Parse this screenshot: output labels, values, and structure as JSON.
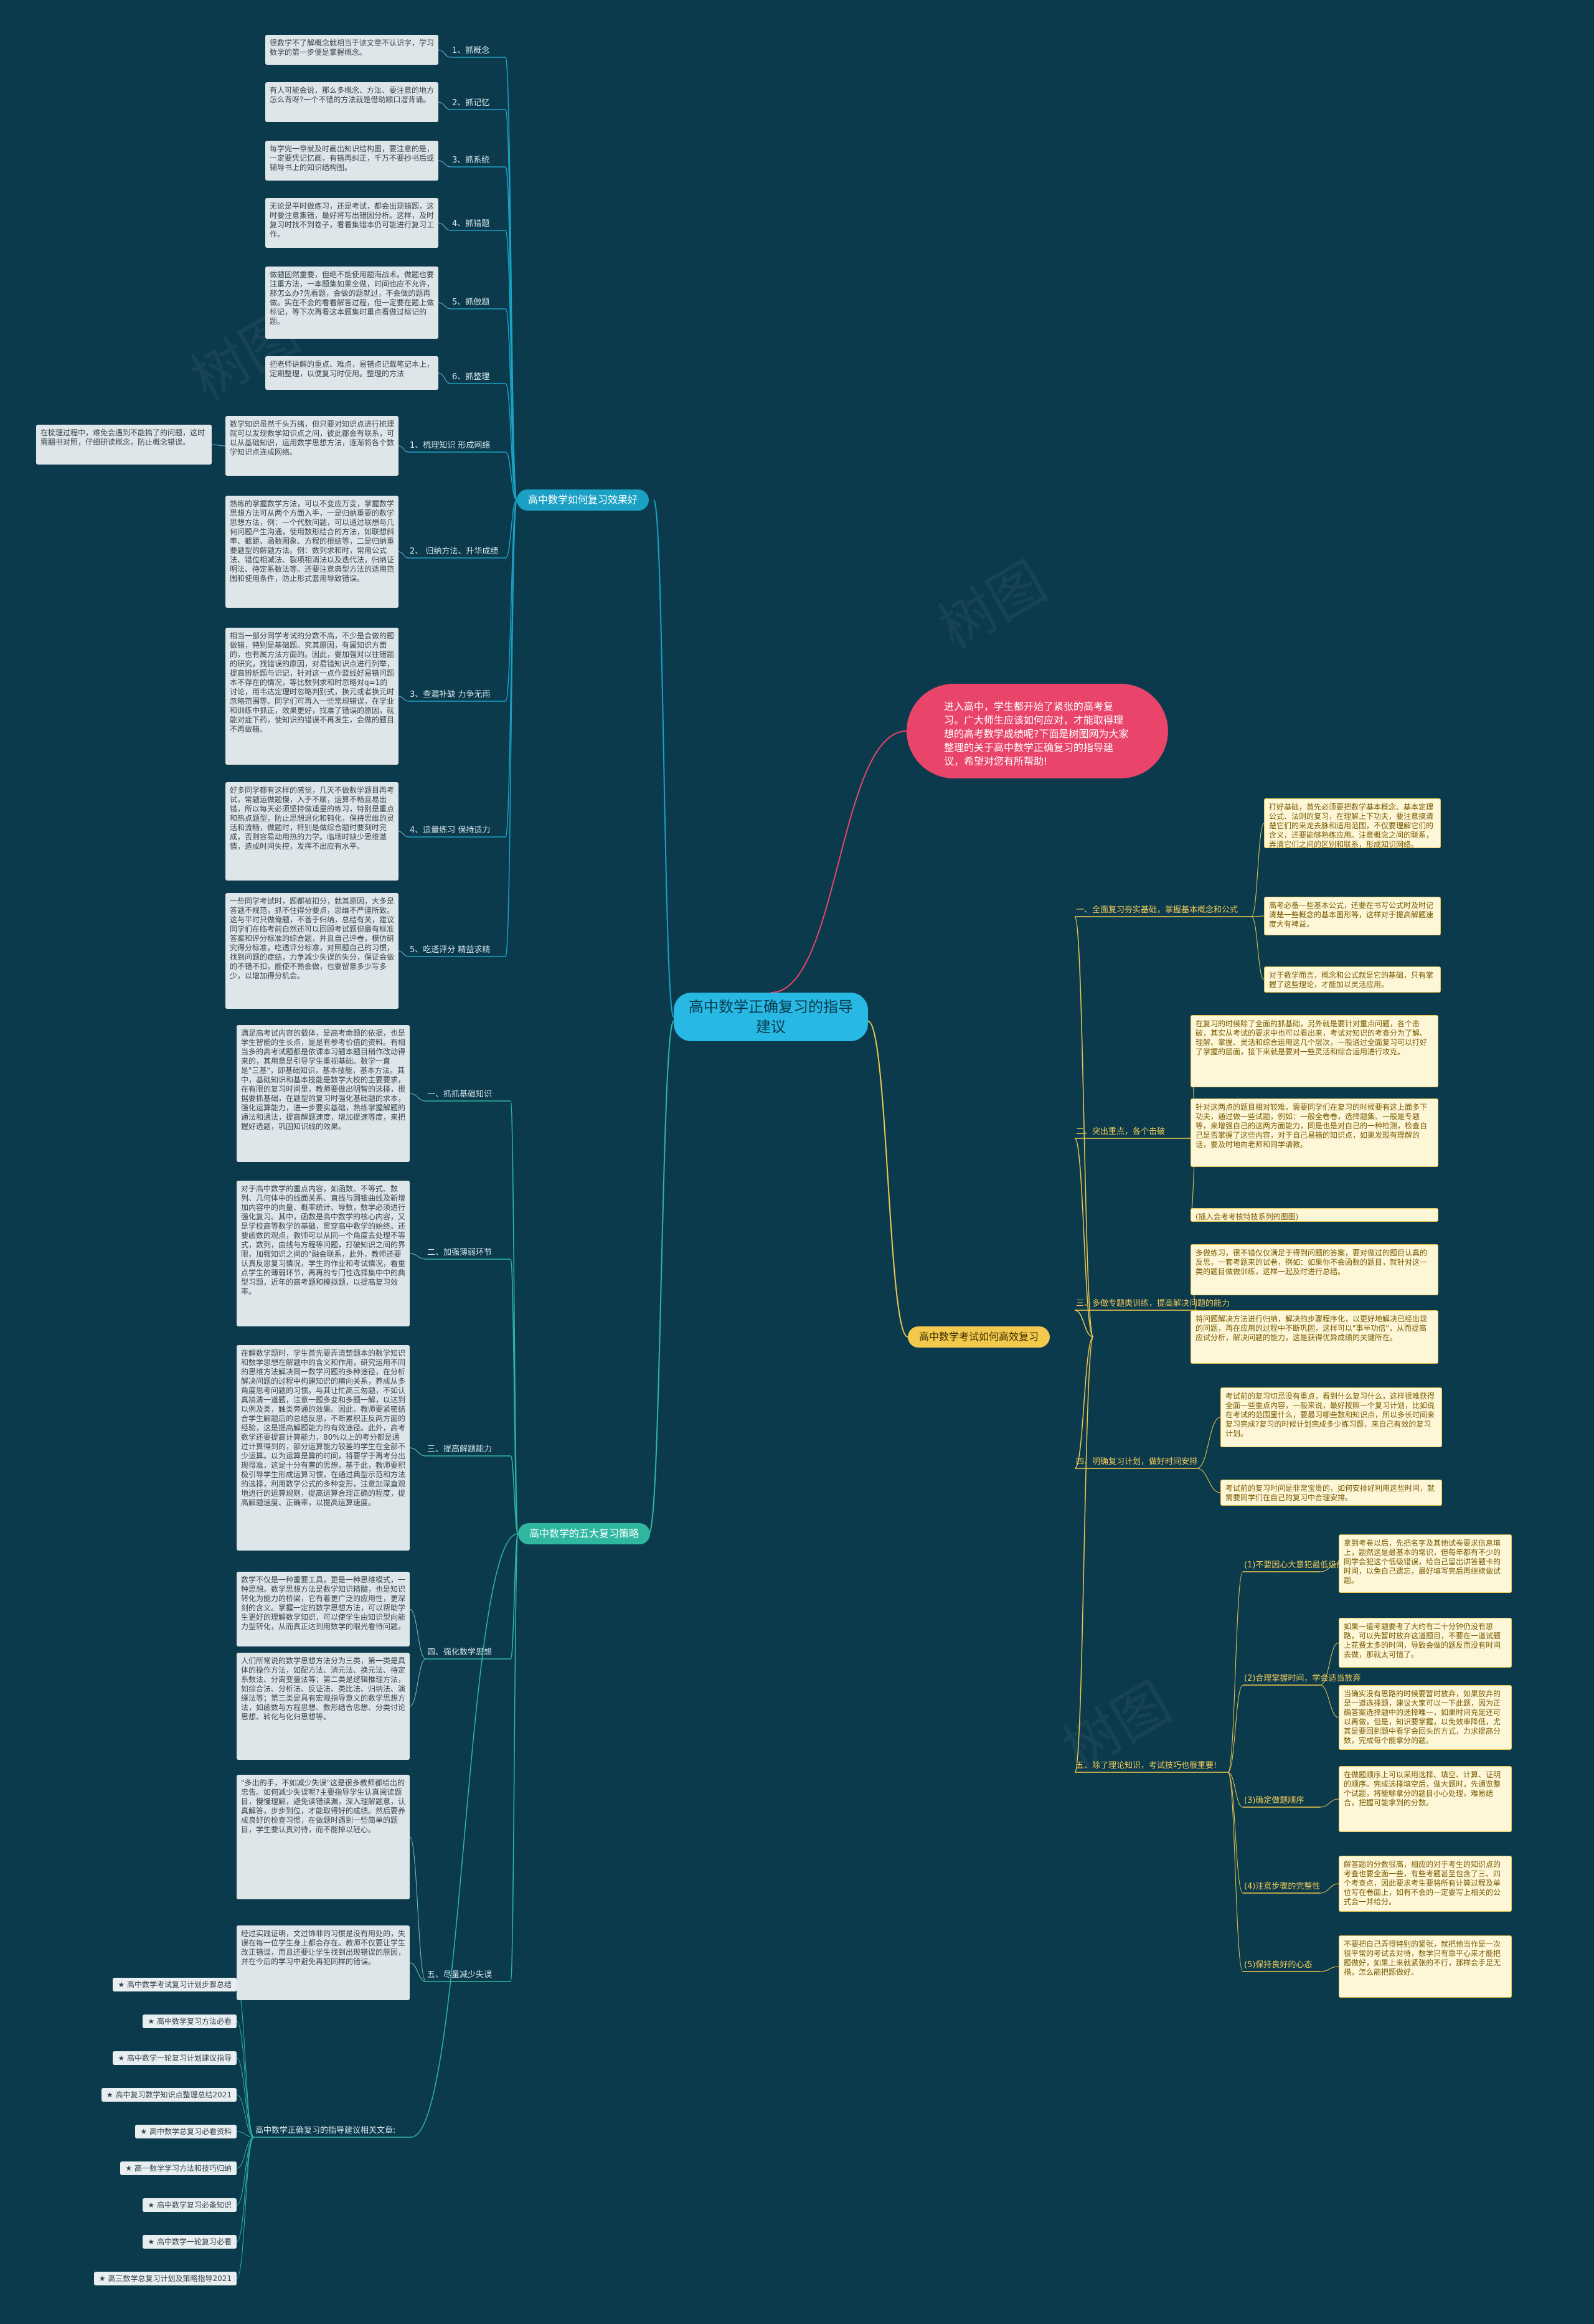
{
  "root": "高中数学正确复习的指导建议",
  "intro": "进入高中，学生都开始了紧张的高考复习。广大师生应该如何应对，才能取得理想的高考数学成绩呢?下面是树图网为大家整理的关于高中数学正确复习的指导建议，希望对您有所帮助!",
  "branch_a": {
    "label": "高中数学如何复习效果好",
    "items": [
      {
        "label": "1、抓概念",
        "text": "很数学不了解概念就相当于读文章不认识字，学习数学的第一步便是掌握概念。"
      },
      {
        "label": "2、抓记忆",
        "text": "有人可能会说，那么多概念、方法、要注意的地方怎么背呀?一个不错的方法就是借助顺口溜背诵。"
      },
      {
        "label": "3、抓系统",
        "text": "每学完一章就及时画出知识结构图，要注意的是，一定要凭记忆画，有错再纠正，千万不要抄书后或辅导书上的知识结构图。"
      },
      {
        "label": "4、抓错题",
        "text": "无论是平时做练习，还是考试，都会出现错题，这时要注意集错，最好将写出错因分析。这样，及时复习时找不到卷子，看看集错本仍可能进行复习工作。"
      },
      {
        "label": "5、抓做题",
        "text": "做题固然重要，但绝不能使用题海战术。做题也要注重方法，一本题集如果全做，时间也应不允许，那怎么办?先看题，会做的题就过，不会做的题再做。实在不会的看看解答过程，但一定要在题上做标记，等下次再看这本题集时重点看做过标记的题。"
      },
      {
        "label": "6、抓整理",
        "text": "把老师讲解的重点、难点，易错点记载笔记本上，定期整理，以便复习时使用。整理的方法"
      },
      {
        "label": "1、梳理知识 形成网络",
        "text": "数学知识虽然千头万绪，但只要对知识点进行梳理就可以发现数学知识点之间，彼此都会有联系，可以从基础知识，运用数学思想方法，逐渐将各个数学知识点连成网络。",
        "extra": "在梳理过程中，难免会遇到不能搞了的问题，这时需翻书对照，仔细研读概念，防止概念错误。"
      },
      {
        "label": "2、 归纳方法、升华成绩",
        "text": "熟练的掌握数学方法，可以不变应万变，掌握数学思想方法可从两个方面入手，一是归纳重要的数学思想方法，例：一个代数问题，可以通过联想与几何问题产生沟通，使用数形结合的方法，如联想斜率、截距、函数图象、方程的根结等，二是归纳重要题型的解题方法。例：数列求和时，常用公式法、错位相减法、裂项相消法以及迭代法，归纳证明法、待定系数法等。还要注意典型方法的适用范围和使用条件，防止形式套用导致错误。"
      },
      {
        "label": "3、查漏补缺 力争无雨",
        "text": "相当一部分同学考试的分数不高，不少是会做的题做错，特别是基础题。究其原因，有属知识方面的，也有属方法方面的。因此，要加强对以往错题的研究，找错误的原因，对易错知识点进行列举，提高辨析题与识记，针对这一点作蓝线好易错问题本不存在的情况，等比数列求和时忽略对q=1的讨论，用韦达定理时忽略判别式，换元或者换元时忽略范围等。同学们可再入一些常规错误，在学业和训练中抓正，效果更好，找准了错误的原因，就能对症下药，使知识的错误不再发生，会做的题目不再做错。"
      },
      {
        "label": "4、适量练习 保持适力",
        "text": "好多同学都有这样的感觉，几天不做数学题目再考试，常题运做题慢，入手不顺，运算不畅且易出错，所以每天必须坚持做适量的练习，特别是重点和热点题型，防止思想退化和钝化，保持思维的灵活和流畅，做题时，特别是做综合题时要刻时完成，否则容易动用热的力学。临场时缺少思维激情，造成时间失控，发挥不出应有水平。"
      },
      {
        "label": "5、吃透评分 精益求精",
        "text": "一些同学考试时，题都被扣分，就其原因，大多是答题不规范，抓不住得分要点，思维不严谨所致。这与平时只做俺题，不善于归纳，总结有关，建议同学们在临考前自然还可以回顾考试题但最有标准答案和评分标准的综合题，并且自己评卷，模仿研究得分标准，吃透评分标准，对照题自己的习惯，找到问题的症结，力争减少失误的失分，保证会做的不错不扣，能使不熟会做，也要留意多少写多少，以增加得分机会。"
      }
    ]
  },
  "branch_b": {
    "label": "高中数学的五大复习策略",
    "items": [
      {
        "label": "一、抓抓基础知识",
        "text": "满足高考试内容的载体，是高考命题的依据，也是学生智能的生长点，是是有参考价值的资料。有相当多的高考试题都是依课本习题本题目稍作改动得来的，其用意是引导学生重视基础。数学一直是\"三基\"，即基础知识，基本技能，基本方法。其中，基础知识和基本技能是数学大校的主要要求，在有限的复习时间里，教师要做出明智的选择，根据要抓基础，在题型的复习时强化基础题的求本，强化运算能力，进一步要实基础，熟练掌握解题的通法和通法，提高解题速度，增加提速等度，来把握好选题，巩固知识线的效果。"
      },
      {
        "label": "二、加强薄弱环节",
        "text": "对于高中数学的重点内容，如函数、不等式、数列、几何体中的线面关系、直线与圆锥曲线及新增加内容中的向量、概率统计、导数，数学必须进行强化复习。其中，函数是高中数学的核心内容，又是学校高等数学的基础，贯穿高中数学的始终。还要函数的观点，教师可以从同一个角度去处理不等式，数列，曲线与方程等问题，打破知识之间的界限，加强知识之间的\"融会联系，此外，教师还要认真反思复习情况，学生的作业和考试情况，看重点学生的薄弱环节，再再的专门性选择集中中的典型习题，近年的高考题和模拟题，以提高复习效率。"
      },
      {
        "label": "三、提高解题能力",
        "text": "在解数学题时，学生首先要弄清楚题本的数学知识和数学思想在解题中的含义和作用，研究运用不同的思维方法解决同一数学问题的多种途径，在分析解决问题的过程中构建知识的横向关系，养成从多角度思考问题的习惯。与其让忙高三匆题，不如认真搞清一道题，注意一题多变和多题一解，以达到以例及类，触类旁通的效果。因此，教师要紧密结合学生解题后的总结反思，不断累积正反两方面的经验，这是提高解题能力的有效途径。此外，高考数学还要提高计算能力，80%以上的考分都是通过计算得到的，部分运算能力较差的学生在全部不少运算。以为运算是算的时间，将要学于再考分出现得准，这是十分有害的思想，基于此，教师要积极引导学生形成运算习惯，在通过典型示范和方法的选择，利用数学公式的多种变形，注意加深直观地进行的运算规则，提高运算合理正确的程度，提高解题速度、正确率，以提高运算速度。"
      },
      {
        "label": "四、强化数学思想",
        "text": "数学不仅是一种重要工具，更是一种思维模式，一种思想。数学思想方法是数学知识精髓，也是知识转化为能力的桥梁，它有着更广泛的应用性，更深刻的含义。掌握一定的数学思想方法，可以帮助学生更好的理解数学知识，可以使学生由知识型向能力型转化，从而真正达到用数学的眼光看待问题。",
        "text2": "人们所常说的数学思想方法分为三类，第一类是具体的操作方法，如配方法、消元法、换元法、待定系数法、分离变量法等；第二类是逻辑推理方法，如综合法、分析法、反证法、类比法、归纳法、演绎法等；第三类是具有宏观指导意义的数学思想方法，如函数与方程思想、数形结合思想、分类讨论思想、转化与化归思想等。"
      },
      {
        "label": "五、尽量减少失误",
        "text": "\"多出的手，不如减少失误\"这是很多教师都给出的忠告。如何减少失误呢?主要指导学生认真阅读题目，慢慢理解，避免读错读漏，深入理解题意，认真解答，步步到位，才能取得好的成绩。然后要养成良好的检查习惯，在做题时遇到一些简单的题目，学生要认真对待，而不能掉以轻心。",
        "text2": "经过实践证明，文过饰非的习惯是没有用处的，失误在每一位学生身上都会存在。教师不仅要让学生改正错误，而且还要让学生找到出现错误的原因，并在今后的学习中避免再犯同样的错误。"
      }
    ]
  },
  "branch_c": {
    "label": "高中数学考试如何高效复习",
    "items": [
      {
        "label": "一、全面复习夯实基础，掌握基本概念和公式",
        "texts": [
          "打好基础，首先必须要把数学基本概念、基本定理公式、法则的复习，在理解上下功夫，要注意搞清楚它们的来龙去脉和适用范围，不仅要理解它们的含义，还要能够熟练应用。注意概念之间的联系，弄清它们之间的区别和联系，形成知识网络。",
          "高考必备一些基本公式，还要在书写公式时及时记清楚一些概念的基本图形等，这样对于提高解题速度大有裨益。",
          "对于数学而言，概念和公式就是它的基础，只有掌握了这些理论，才能加以灵活应用。"
        ]
      },
      {
        "label": "二、突出重点，各个击破",
        "texts": [
          "在复习的时候除了全面的抓基础，另外就是要针对重点问题，各个击破，其实从考试的要求中也可以看出来，考试对知识的考查分为了解、理解、掌握、灵活和综合运用这几个层次，一般通过全面复习可以打好了掌握的层面，接下来就是要对一些灵活和综合运用进行攻克。",
          "针对这两点的题目相对较难，需要同学们在复习的时候要有这上面多下功夫，通过做一些试题，例如：一般全卷卷，选择题集、一般是专题等，来增强自己的这两方面能力，同是也是对自己的一种检测，检查自己是否掌握了这些内容，对于自己易错的知识点，如果发现有理解的话，要及时地向老师和同学请教。",
          "(插入会考考核特技系列的图图)"
        ]
      },
      {
        "label": "三、多做专题类训练，提高解决问题的能力",
        "texts": [
          "多做练习，很不错仅仅满足于得到问题的答案，要对做过的题目认真的反思，一套考题来的试卷，例如：如果你不会函数的题目，就针对这一类的题目做做训练，这样一起及时进行总结。",
          "将问题解决方法进行归纳，解决的步骤程序化，以更好地解决已经出现的问题，再在应用的过程中不断巩固，这样可以\"事半功倍\"，从而提高应试分析，解决问题的能力，这是获得优异成绩的关键所在。"
        ]
      },
      {
        "label": "四、明确复习计划，做好时间安排",
        "texts": [
          "考试前的复习切忌没有重点，看到什么复习什么，这样很难获得全面一些重点内容，一般来说，最好按照一个复习计划，比如说在考试的范围里什么，要最习哪些数和知识点，所以多长时间来复习完成?复习的时候计划完成多少练习题，来自己有效的复习计划。",
          "考试前的复习时间是非常宝贵的，如何安排好利用这些时间，就需要同学们在自己的复习中合理安排。"
        ]
      },
      {
        "label": "五、除了理论知识，考试技巧也很重要!",
        "subs": [
          {
            "label": "(1)不要因心大意犯最低级的错误",
            "texts": [
              "拿到考卷以后，先把名字及其他试卷要求信息填上，题然这是最基本的常识，但每年都有不少的同学会犯这个低级错误，给自己留出讲答题卡的时间，以免自己遗忘，最好填写完后再继续做试题。"
            ]
          },
          {
            "label": "(2)合理掌握时间，学会适当放弃",
            "texts": [
              "如果一道考题要考了大约有二十分钟仍没有思路，可以先暂时放弃这道题目，不要在一道试题上花费太多的时间，导致会做的题反而没有时间去做，那就太可惜了。",
              "当确实没有思路的时候要暂时放弃，如果放弃的是一道选择题，建议大家可以一下此题，因为正确答案选择题中的选择唯一，如果时间充足还可以再做，但是，知识要掌握，以免效率降低，尤其是要回到题中看学会回头的方式，力求提高分数，完成每个能拿分的题。"
            ]
          },
          {
            "label": "(3)确定做题顺序",
            "texts": [
              "在做题顺序上可以采用选择、填空、计算、证明的顺序。完成选择填空后，做大题时，先通览整个试题，将能够拿分的题目小心处理，难易结合，把握可能拿到的分数。"
            ]
          },
          {
            "label": "(4)注意步骤的完整性",
            "texts": [
              "解答题的分数很高，相应的对于考生的知识点的考查也要全面一些，有些考题甚至包含了三、四个考查点，因此要求考生要将所有计算过程及单位写在卷面上，如有不会的一定要写上相关的公式会一并给分。"
            ]
          },
          {
            "label": "(5)保持良好的心态",
            "texts": [
              "不要把自己弄得特别的紧张，就把他当作是一次很平常的考试去对待，数学只有靠平心来才能把题做好，如果上来就紧张的不行，那样会手足无措，怎么能把题做好。"
            ]
          }
        ]
      }
    ]
  },
  "links": {
    "label": "高中数学正确复习的指导建议相关文章:",
    "items": [
      "★ 高中数学考试复习计划步骤总结",
      "★ 高中数学复习方法必看",
      "★ 高中数学一轮复习计划建议指导",
      "★ 高中复习数学知识点整理总结2021",
      "★ 高中数学总复习必看资料",
      "★ 高一数学学习方法和技巧归纳",
      "★ 高中数学复习必备知识",
      "★ 高中数学一轮复习必看",
      "★ 高三数学总复习计划及策略指导2021"
    ]
  }
}
